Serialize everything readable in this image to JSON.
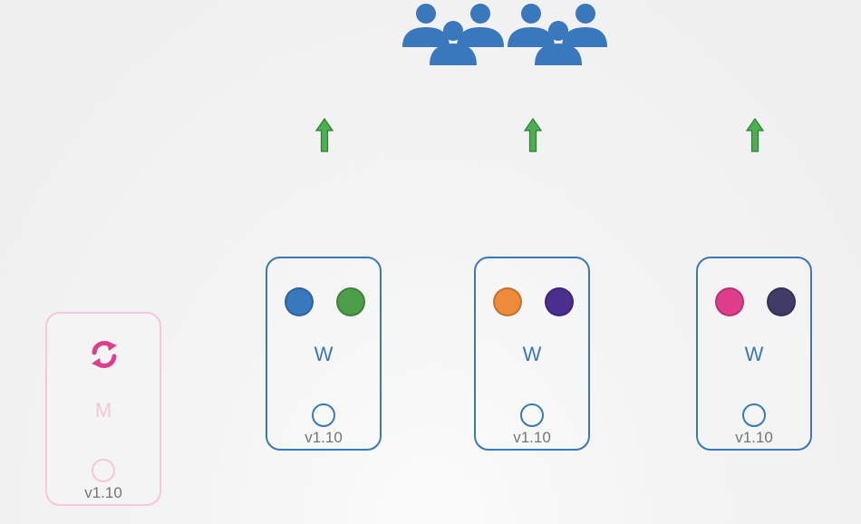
{
  "colors": {
    "node_border": "#3a78bd",
    "master_border": "#f6c6dc",
    "arrow": "#4caf50",
    "users": "#3a78bd",
    "sync": "#e03e8c"
  },
  "icons": {
    "users": "users-group-icon",
    "arrow": "arrow-up-icon",
    "sync": "sync-icon",
    "kubelet": "circle-icon"
  },
  "master": {
    "label": "M",
    "version": "v1.10"
  },
  "workers": [
    {
      "label": "W",
      "version": "v1.10",
      "pods": [
        "#3a78bd",
        "#4c9f48"
      ]
    },
    {
      "label": "W",
      "version": "v1.10",
      "pods": [
        "#ee8a3a",
        "#4b2f8f"
      ]
    },
    {
      "label": "W",
      "version": "v1.10",
      "pods": [
        "#e03e8c",
        "#3f3d66"
      ]
    }
  ]
}
